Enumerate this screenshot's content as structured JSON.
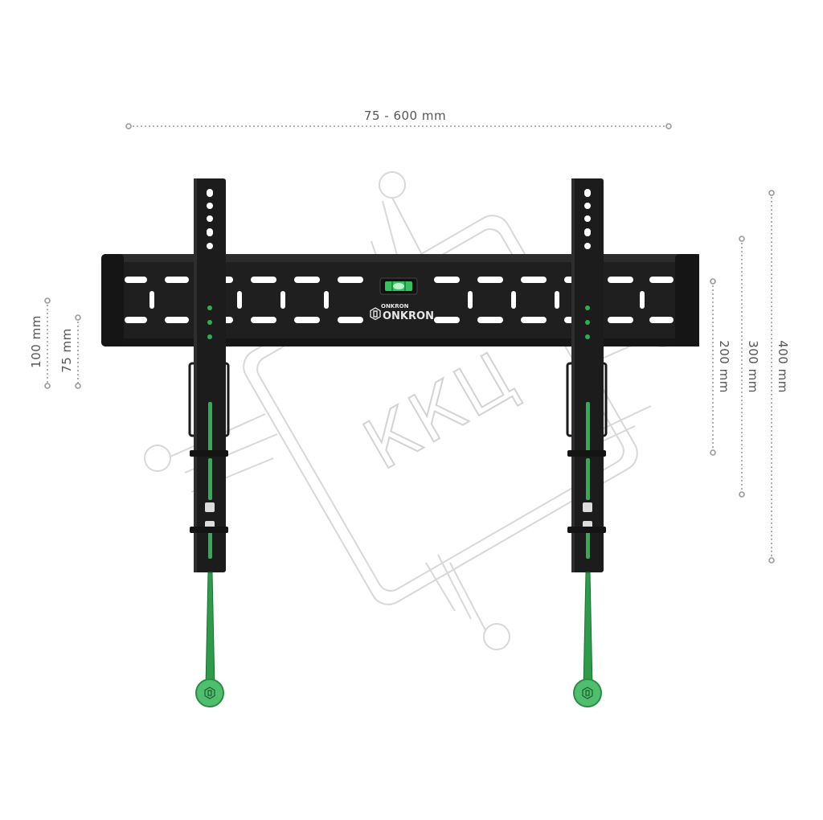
{
  "dimensions": {
    "width_range": "75 - 600 mm",
    "v100": "100 mm",
    "v75": "75 mm",
    "v200": "200 mm",
    "v300": "300 mm",
    "v400": "400 mm"
  },
  "product": {
    "brand_small": "ONKRON",
    "brand": "ONKRON"
  },
  "watermark": {
    "text": "ККЦ"
  },
  "colors": {
    "bracket": "#1c1c1c",
    "accent_green": "#2fae54",
    "dim_line": "#9a9a9a",
    "watermark": "#cfcfcf"
  }
}
